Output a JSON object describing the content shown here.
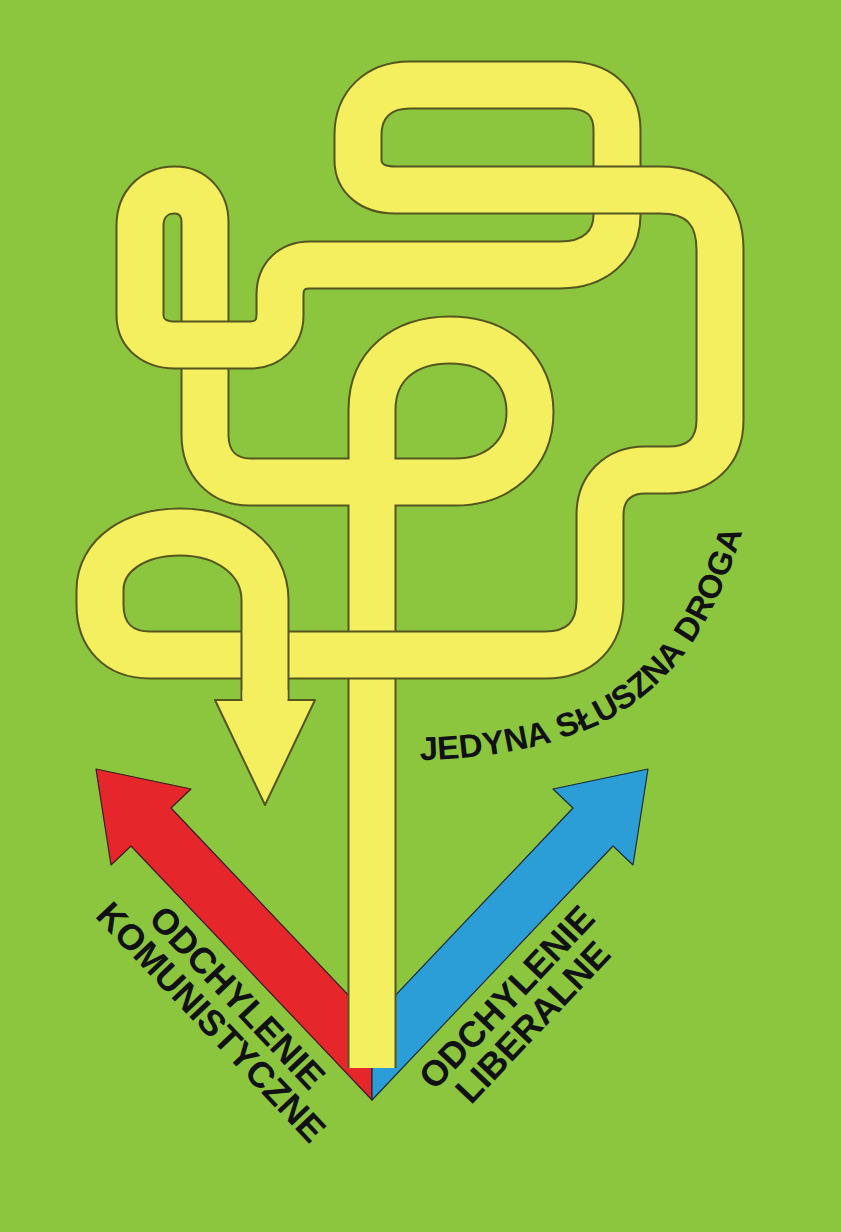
{
  "diagram": {
    "labels": [
      "JEDYNA SŁUSZNA DROGA",
      "ODCHYLENIE KOMUNISTYCZNE",
      "ODCHYLENIE LIBERALNE"
    ]
  }
}
